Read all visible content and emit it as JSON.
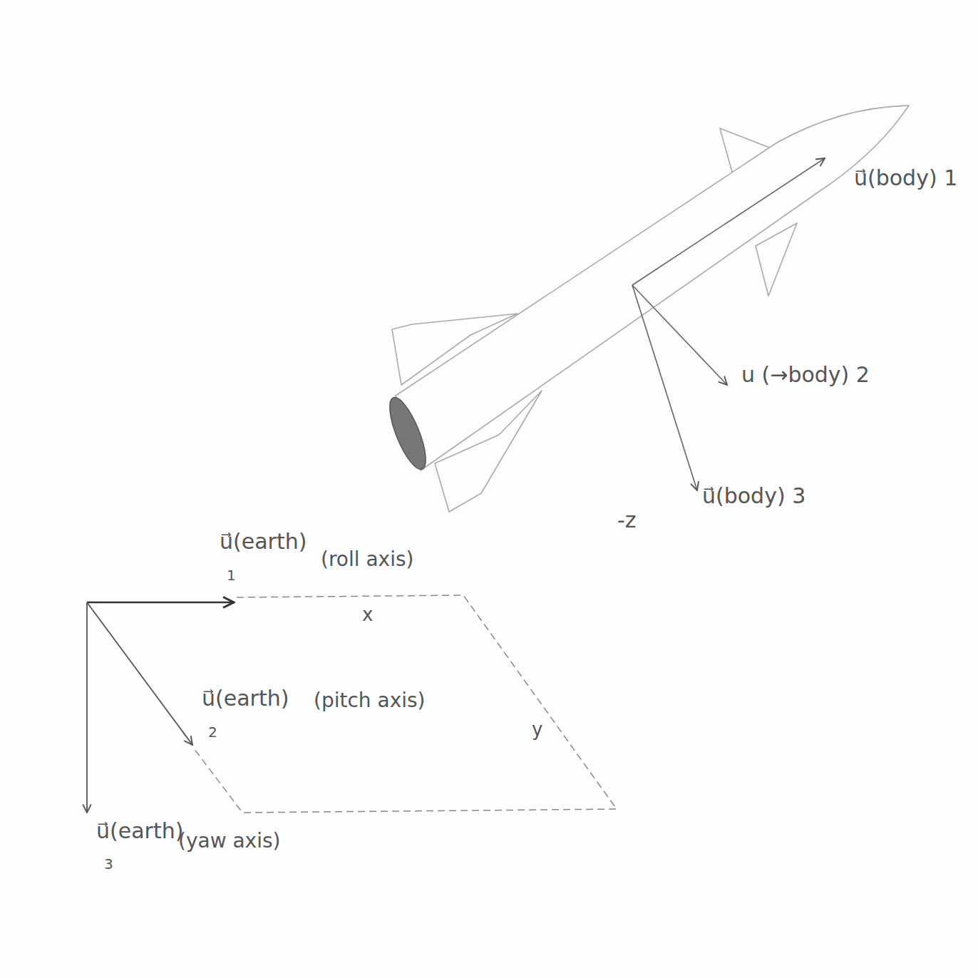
{
  "diagram": {
    "labels": [
      "u⃗(body) 1",
      "u (→body) 2",
      "u⃗(body) 3",
      "-z",
      "u⃗(earth)",
      "1",
      "(roll axis)",
      "x",
      "u⃗(earth)",
      "2",
      "(pitch axis)",
      "y",
      "u⃗(earth)",
      "3",
      "(yaw axis)"
    ]
  }
}
